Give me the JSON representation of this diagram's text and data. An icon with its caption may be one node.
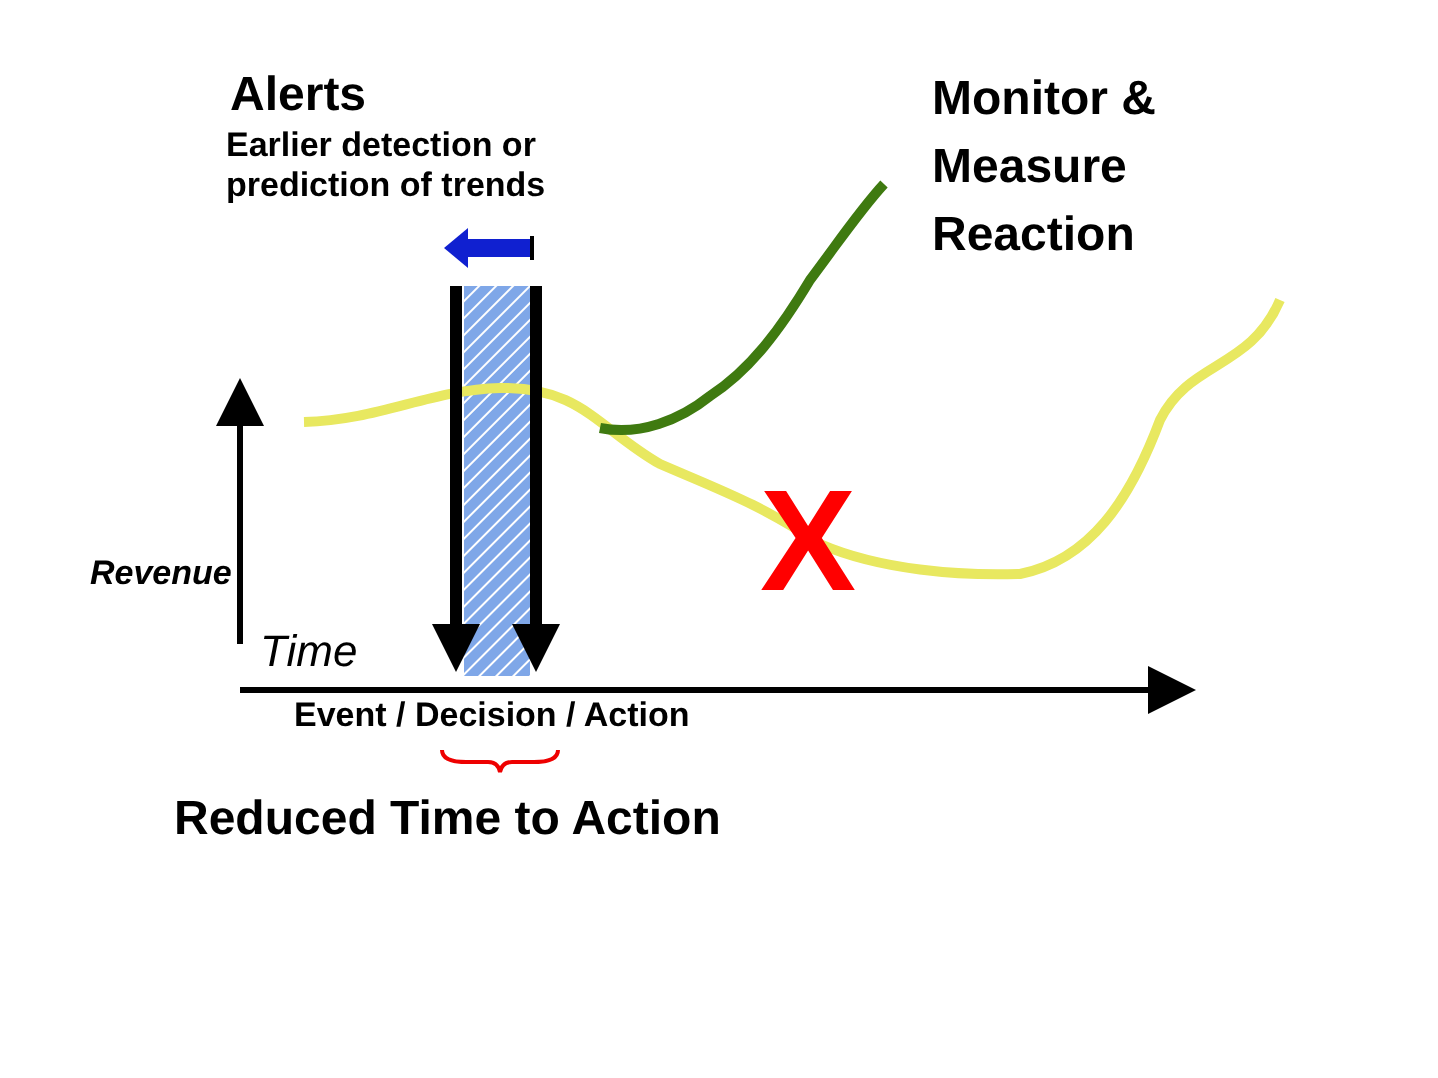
{
  "diagram": {
    "labels": [
      "Alerts",
      "Earlier detection or prediction of trends",
      "Monitor & Measure Reaction",
      "Revenue",
      "X",
      "Time",
      "Event / Decision / Action",
      "Reduced Time to Action"
    ]
  }
}
